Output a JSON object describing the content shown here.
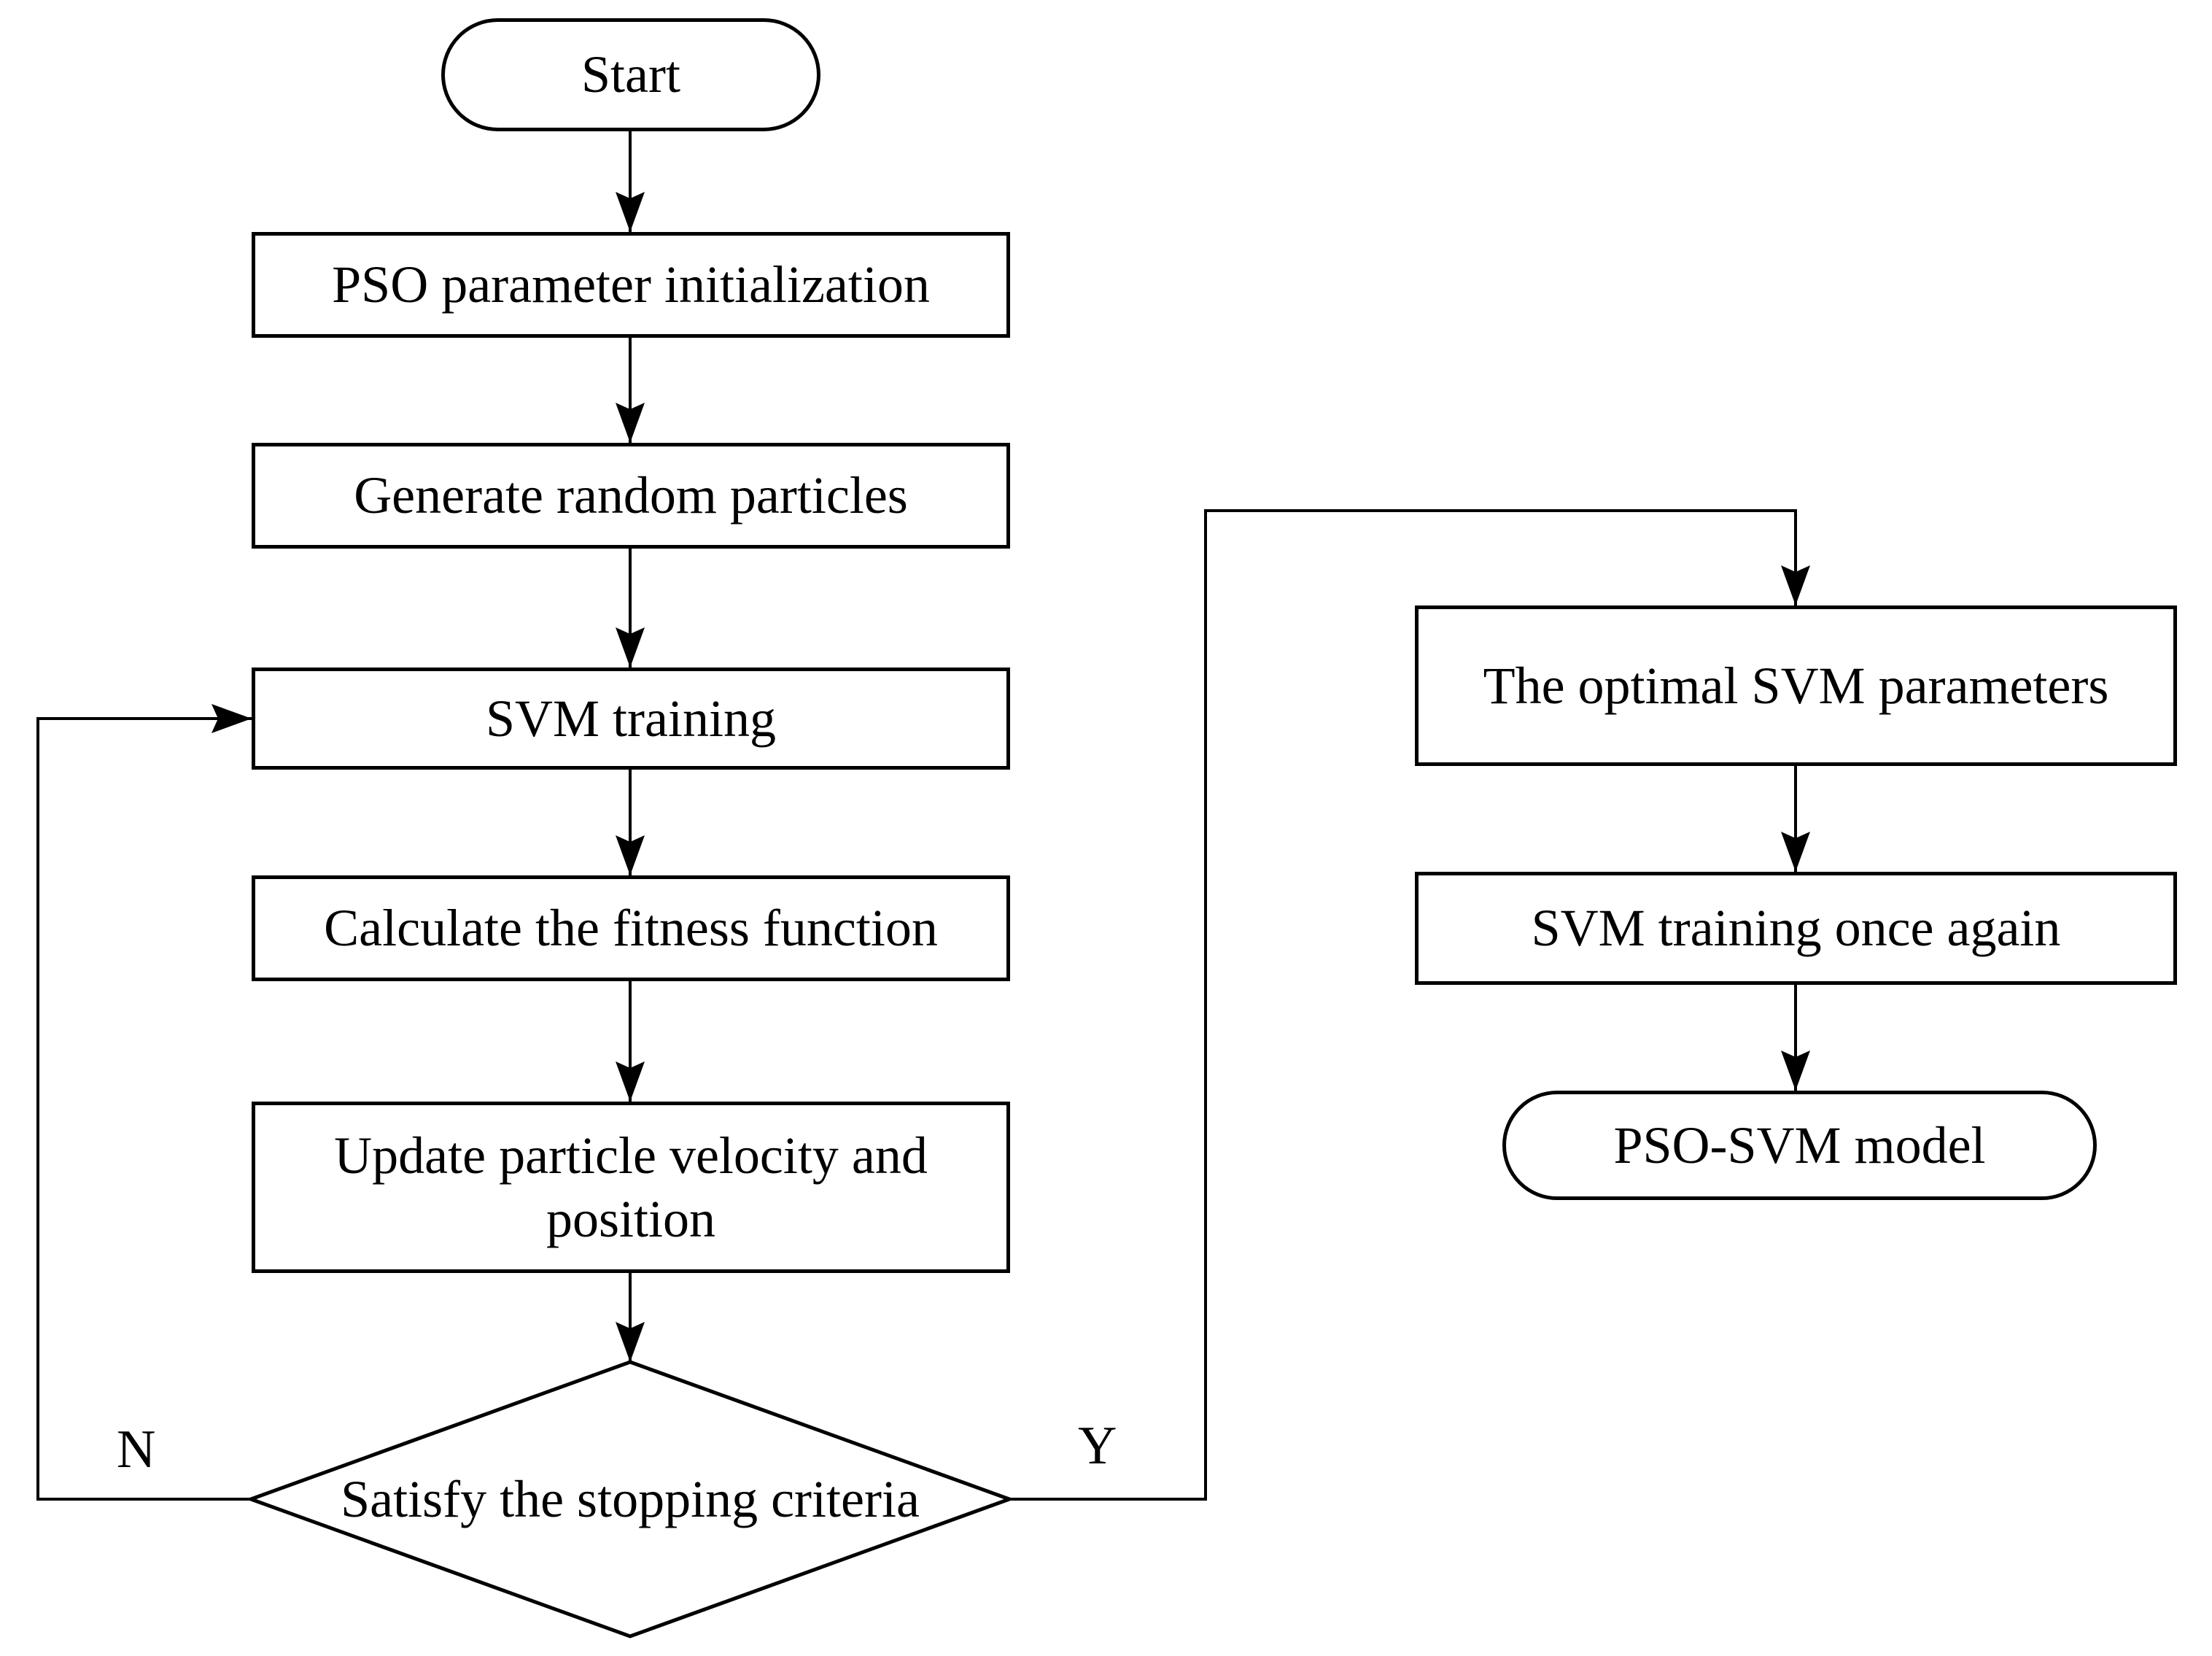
{
  "flowchart": {
    "background_color": "#ffffff",
    "line_color": "#000000",
    "text_color": "#000000",
    "node_fill_color": "#ffffff",
    "nodes": {
      "start": {
        "label": "Start",
        "type": "terminator"
      },
      "pso_init": {
        "label": "PSO parameter initialization",
        "type": "process"
      },
      "generate_particles": {
        "label": "Generate random particles",
        "type": "process"
      },
      "svm_training": {
        "label": "SVM training",
        "type": "process"
      },
      "calc_fitness": {
        "label": "Calculate the fitness function",
        "type": "process"
      },
      "update_particles": {
        "label": "Update particle velocity and position",
        "type": "process"
      },
      "stopping_criteria": {
        "label": "Satisfy the stopping criteria",
        "type": "decision"
      },
      "optimal_params": {
        "label": "The optimal SVM parameters",
        "type": "process"
      },
      "svm_training_again": {
        "label": "SVM training once again",
        "type": "process"
      },
      "pso_svm_model": {
        "label": "PSO-SVM model",
        "type": "terminator"
      }
    },
    "branch_labels": {
      "no": "N",
      "yes": "Y"
    }
  }
}
